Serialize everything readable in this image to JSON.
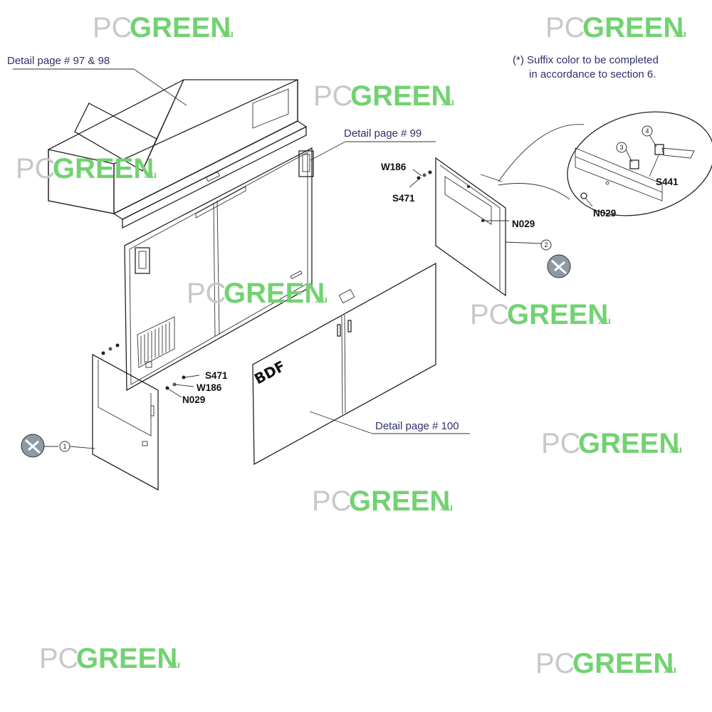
{
  "callouts": {
    "detail_97_98": "Detail page # 97 & 98",
    "detail_99": "Detail page # 99",
    "detail_100": "Detail page # 100",
    "note_line1": "(*)  Suffix color to be completed",
    "note_line2": "in accordance to section 6."
  },
  "parts": {
    "w186_top": "W186",
    "s471_top": "S471",
    "n029_right": "N029",
    "n029_zoom": "N029",
    "s441_zoom": "S441",
    "s471_left": "S471",
    "w186_left": "W186",
    "n029_left": "N029"
  },
  "item_numbers": {
    "one": "1",
    "two": "2",
    "three": "3",
    "four": "4"
  },
  "panel_text": "BDF",
  "watermark": {
    "pc": "PC",
    "green": "GREEN",
    "ru": ".ru"
  }
}
